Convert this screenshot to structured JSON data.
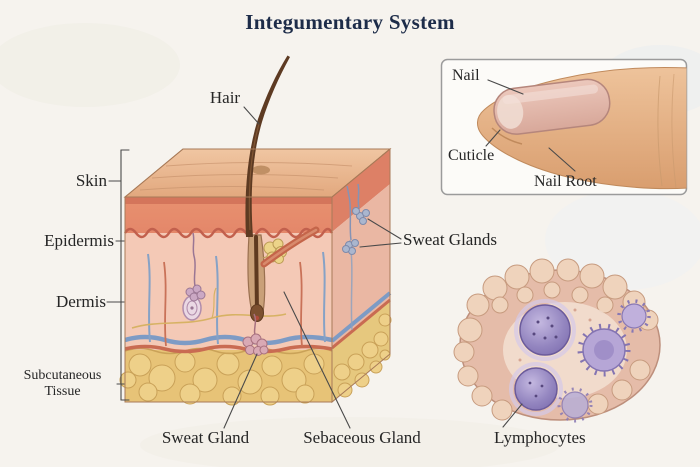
{
  "title": "Integumentary System",
  "labels": {
    "hair": "Hair",
    "skin": "Skin",
    "epidermis": "Epidermis",
    "dermis": "Dermis",
    "subcutaneous_line1": "Subcutaneous",
    "subcutaneous_line2": "Tissue",
    "sweat_glands": "Sweat Glands",
    "sweat_gland": "Sweat Gland",
    "sebaceous_gland": "Sebaceous Gland",
    "lymphocytes": "Lymphocytes"
  },
  "nail_inset": {
    "nail": "Nail",
    "cuticle": "Cuticle",
    "nail_root": "Nail Root"
  },
  "colors": {
    "background": "#f6f3ee",
    "title_text": "#1d2c49",
    "label_text": "#262626",
    "leader_line": "#4a4a4a",
    "epidermis": "#e4876a",
    "dermis": "#f4c9b6",
    "subcutaneous_fat": "#ecd089",
    "vein_blue": "#7d9bc5",
    "artery_red": "#c96b52",
    "hair_brown": "#5d3a22",
    "lymphocyte_purple": "#9486c0",
    "nail_pink": "#e2b6aa"
  }
}
